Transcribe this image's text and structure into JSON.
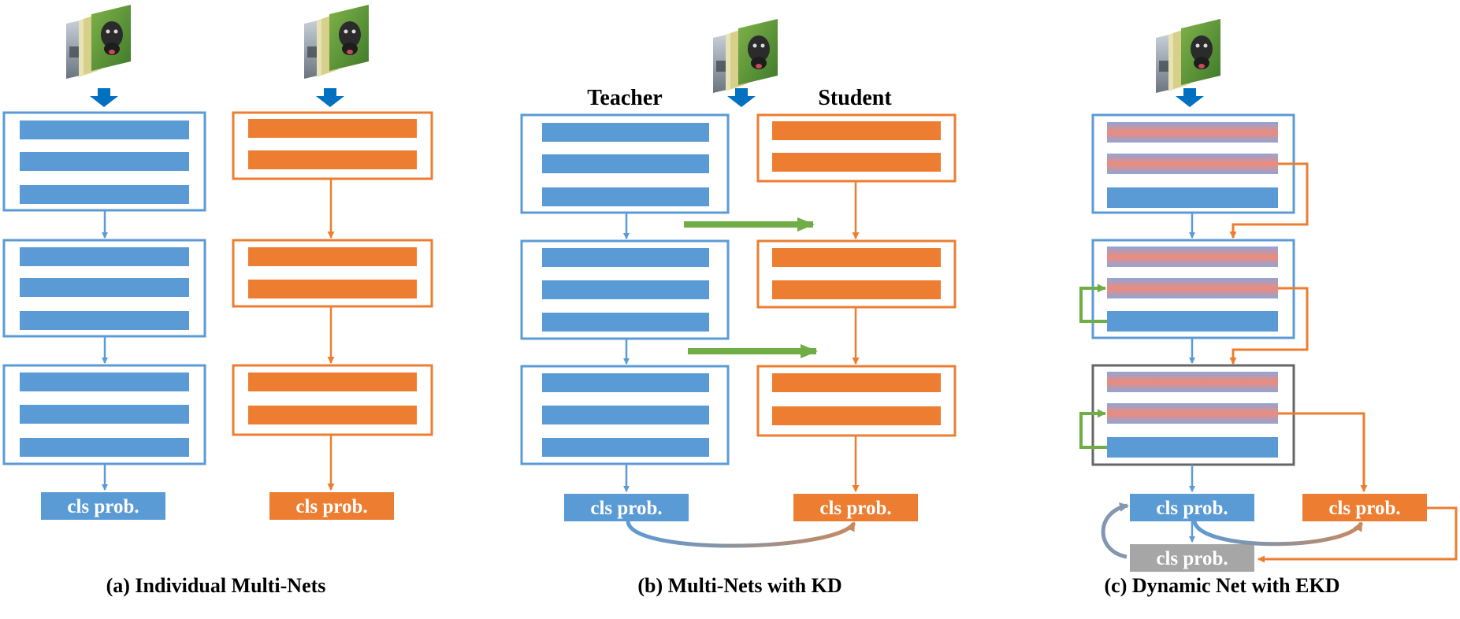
{
  "colors": {
    "blue": "#5b9bd5",
    "blue_arrow": "#0070c0",
    "orange": "#ed7d31",
    "green": "#70ad47",
    "gray": "#a6a6a6",
    "dark_gray": "#666666"
  },
  "input_image_icon": "stacked-dog-images",
  "panel_a": {
    "caption": "(a) Individual Multi-Nets",
    "left_output": "cls prob.",
    "right_output": "cls prob."
  },
  "panel_b": {
    "caption": "(b) Multi-Nets with KD",
    "teacher_label": "Teacher",
    "student_label": "Student",
    "teacher_output": "cls prob.",
    "student_output": "cls prob."
  },
  "panel_c": {
    "caption": "(c) Dynamic Net with EKD",
    "main_output": "cls prob.",
    "branch_output": "cls prob.",
    "ensemble_output": "cls prob."
  }
}
